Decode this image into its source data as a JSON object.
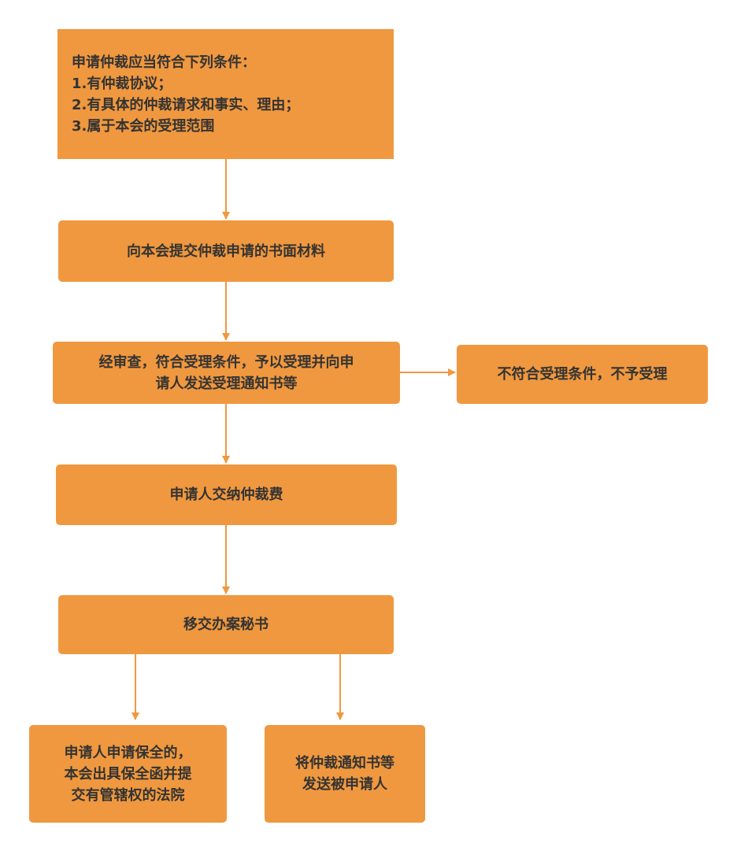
{
  "colors": {
    "box_fill": "#F0983F",
    "arrow": "#F0983F",
    "text": "#333333"
  },
  "nodes": {
    "conditions": "申请仲裁应当符合下列条件：\n  1.有仲裁协议；\n  2.有具体的仲裁请求和事实、理由；\n  3.属于本会的受理范围",
    "submit": "向本会提交仲裁申请的书面材料",
    "review": "经审查，符合受理条件，予以受理并向申\n请人发送受理通知书等",
    "reject": "不符合受理条件，不予受理",
    "pay_fee": "申请人交纳仲裁费",
    "transfer": "移交办案秘书",
    "preservation": "申请人申请保全的，\n本会出具保全函并提\n交有管辖权的法院",
    "notify_respondent": "将仲裁通知书等\n发送被申请人"
  }
}
